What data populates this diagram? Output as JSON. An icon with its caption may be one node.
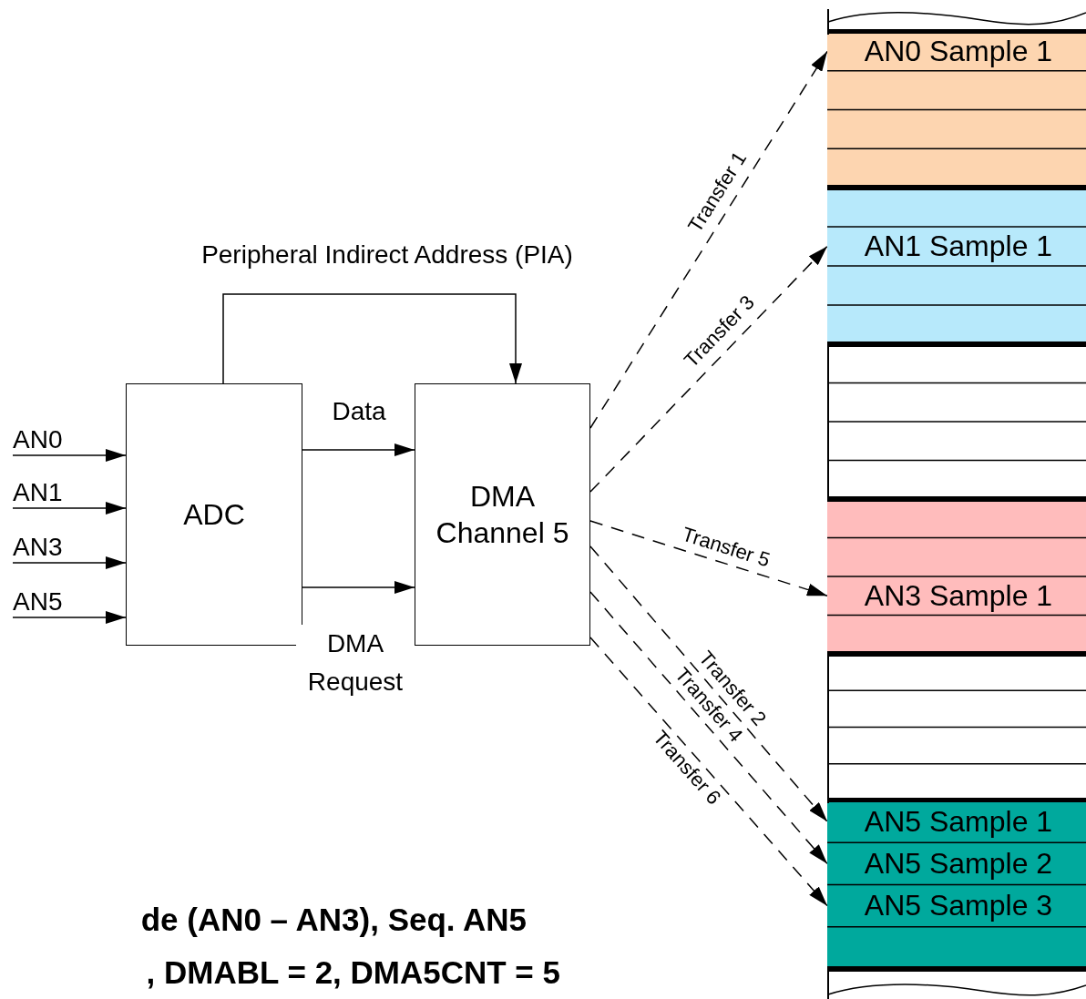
{
  "diagram": {
    "nodes": [
      {
        "text": [
          "ADC"
        ]
      },
      {
        "text": [
          "DMA Channel 5"
        ]
      },
      {
        "text": [
          "AN0"
        ]
      },
      {
        "text": [
          "AN1"
        ]
      },
      {
        "text": [
          "AN3"
        ]
      },
      {
        "text": [
          "AN5"
        ]
      },
      {
        "text": [],
        "shape": "box"
      },
      {
        "text": [
          "AN0 Sample 1"
        ],
        "in": 6
      },
      {
        "text": [
          "AN1 Sample 1"
        ],
        "in": 6
      },
      {
        "text": [
          "AN3 Sample 1"
        ],
        "in": 6
      },
      {
        "text": [
          "AN5 Sample 1"
        ],
        "in": 6
      },
      {
        "text": [
          "AN5 Sample 2"
        ],
        "in": 6
      },
      {
        "text": [
          "AN5 Sample 3"
        ],
        "in": 6
      }
    ],
    "edges": [
      {
        "from": 2,
        "to": 0,
        "arrow": "to"
      },
      {
        "from": 3,
        "to": 0,
        "arrow": "to"
      },
      {
        "from": 4,
        "to": 0,
        "arrow": "to"
      },
      {
        "from": 5,
        "to": 0,
        "arrow": "to"
      },
      {
        "from": 0,
        "to": 1,
        "arrow": "to",
        "label": "Data"
      },
      {
        "from": 0,
        "to": 1,
        "arrow": "to",
        "label": "DMA Request"
      },
      {
        "from": 0,
        "to": 1,
        "arrow": "to",
        "label": "Peripheral Indirect Address (PIA)"
      },
      {
        "from": 1,
        "to": 7,
        "arrow": "to",
        "label": "Transfer 1",
        "style": "dashed"
      },
      {
        "from": 1,
        "to": 8,
        "arrow": "to",
        "label": "Transfer 3",
        "style": "dashed"
      },
      {
        "from": 1,
        "to": 9,
        "arrow": "to",
        "label": "Transfer 5",
        "style": "dashed"
      },
      {
        "from": 1,
        "to": 10,
        "arrow": "to",
        "label": "Transfer 2",
        "style": "dashed"
      },
      {
        "from": 1,
        "to": 11,
        "arrow": "to",
        "label": "Transfer 4",
        "style": "dashed"
      },
      {
        "from": 1,
        "to": 12,
        "arrow": "to",
        "label": "Transfer 6",
        "style": "dashed"
      }
    ],
    "labels": [
      "de (AN0 – AN3), Seq. AN5",
      ", DMABL = 2, DMA5CNT = 5"
    ]
  }
}
